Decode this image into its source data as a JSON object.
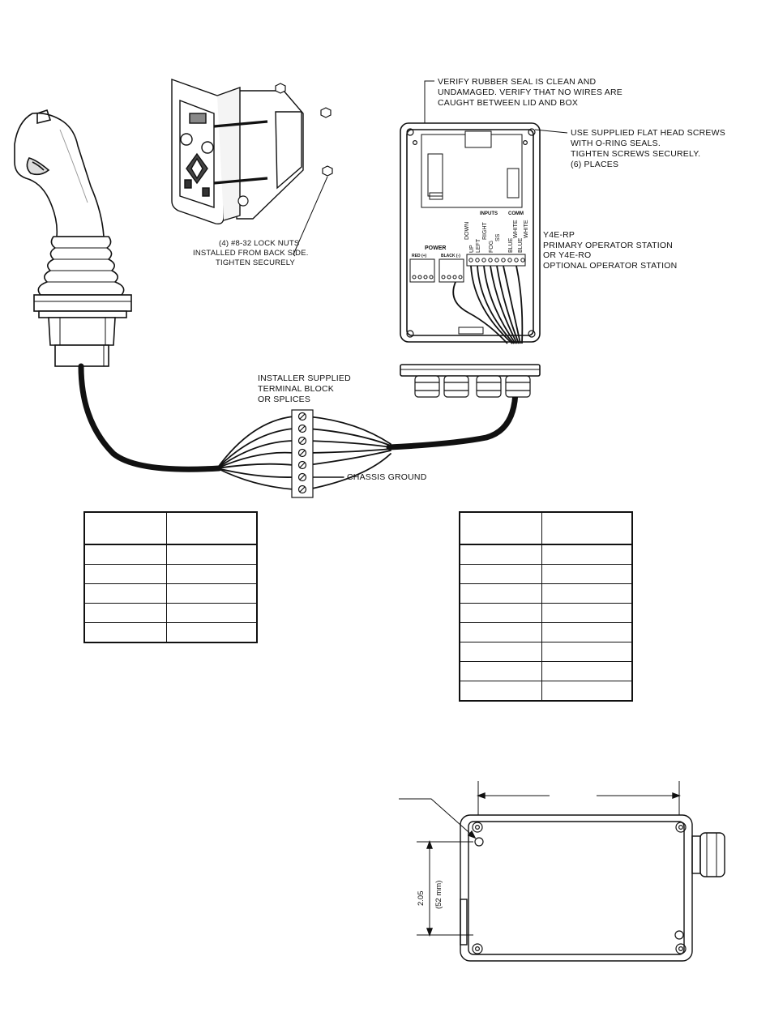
{
  "notes": {
    "lock_nuts": [
      "(4) #8-32 LOCK NUTS",
      "INSTALLED FROM BACK SIDE.",
      "TIGHTEN SECURELY"
    ],
    "rubber_seal": [
      "VERIFY RUBBER SEAL IS CLEAN AND",
      "UNDAMAGED. VERIFY THAT NO WIRES ARE",
      "CAUGHT BETWEEN LID AND BOX"
    ],
    "screws": [
      "USE SUPPLIED FLAT HEAD SCREWS",
      "WITH O-RING SEALS.",
      "TIGHTEN SCREWS SECURELY.",
      "(6) PLACES"
    ],
    "station": [
      "Y4E-RP",
      "PRIMARY OPERATOR STATION",
      "OR Y4E-RO",
      "OPTIONAL OPERATOR STATION"
    ],
    "terminal_block": [
      "INSTALLER SUPPLIED",
      "TERMINAL BLOCK",
      "OR SPLICES"
    ],
    "chassis_ground": "CHASSIS GROUND"
  },
  "board_labels": {
    "inputs": "INPUTS",
    "comm": "COMM",
    "power": "POWER",
    "red": "RED (+)",
    "black": "BLACK (-)",
    "input_pins": [
      "UP",
      "DOWN",
      "LEFT",
      "RIGHT",
      "FOG",
      "SS"
    ],
    "comm_pins": [
      "BLUE",
      "WHITE",
      "BLUE",
      "WHITE"
    ]
  },
  "dimension": {
    "value": "2.05",
    "metric": "(52 mm)"
  },
  "tables": {
    "left_rows": 5,
    "right_rows": 8
  }
}
